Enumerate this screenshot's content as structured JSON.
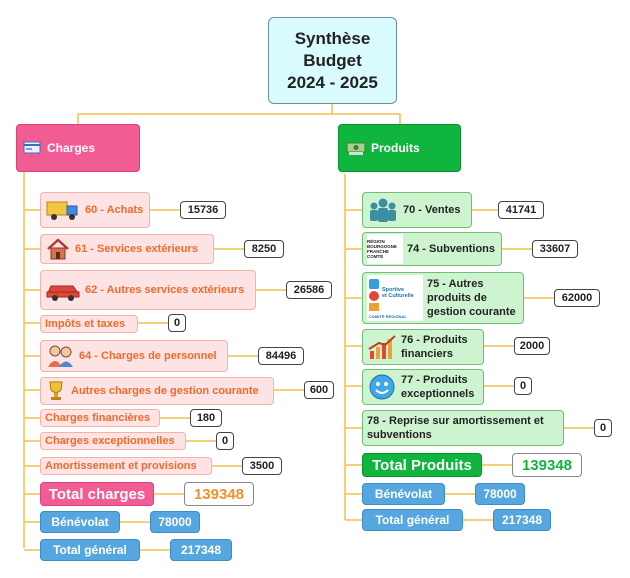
{
  "title": {
    "line1": "Synthèse",
    "line2": "Budget",
    "line3": "2024 - 2025"
  },
  "charges": {
    "label": "Charges",
    "items": [
      {
        "label": "60 - Achats",
        "value": "15736",
        "icon": "truck-icon"
      },
      {
        "label": "61 - Services extérieurs",
        "value": "8250",
        "icon": "house-icon"
      },
      {
        "label": "62 - Autres services extérieurs",
        "value": "26586",
        "icon": "car-icon"
      },
      {
        "label": "Impôts et taxes",
        "value": "0",
        "icon": ""
      },
      {
        "label": "64 - Charges de personnel",
        "value": "84496",
        "icon": "people-icon"
      },
      {
        "label": "Autres charges de gestion courante",
        "value": "600",
        "icon": "trophy-icon"
      },
      {
        "label": "Charges financières",
        "value": "180",
        "icon": ""
      },
      {
        "label": "Charges exceptionnelles",
        "value": "0",
        "icon": ""
      },
      {
        "label": "Amortissement et provisions",
        "value": "3500",
        "icon": ""
      }
    ],
    "total_label": "Total charges",
    "total_value": "139348",
    "benevolat_label": "Bénévolat",
    "benevolat_value": "78000",
    "general_label": "Total général",
    "general_value": "217348"
  },
  "produits": {
    "label": "Produits",
    "items": [
      {
        "label": "70 - Ventes",
        "value": "41741",
        "icon": "group-icon"
      },
      {
        "label": "74 - Subventions",
        "value": "33607",
        "icon": "region-logo",
        "logo_text": [
          "RÉGION",
          "BOURGOGNE",
          "FRANCHE",
          "COMTÉ"
        ]
      },
      {
        "label": "75 - Autres produits de gestion courante",
        "value": "62000",
        "icon": "sport-logo",
        "logo_text": [
          "Sportive",
          "et Culturelle",
          "COMITÉ RÉGIONAL"
        ]
      },
      {
        "label": "76 - Produits financiers",
        "value": "2000",
        "icon": "growth-chart-icon"
      },
      {
        "label": "77 - Produits exceptionnels",
        "value": "0",
        "icon": "smiley-icon"
      },
      {
        "label": "78 - Reprise sur amortissement et subventions",
        "value": "0",
        "icon": ""
      }
    ],
    "total_label": "Total Produits",
    "total_value": "139348",
    "benevolat_label": "Bénévolat",
    "benevolat_value": "78000",
    "general_label": "Total général",
    "general_value": "217348"
  },
  "colors": {
    "title_bg": "#d9fbfd",
    "charges_bg": "#f25c95",
    "produits_bg": "#0fb53d",
    "charge_text": "#f06a2a",
    "blue": "#56a7e0",
    "connector": "#f2c14e"
  }
}
